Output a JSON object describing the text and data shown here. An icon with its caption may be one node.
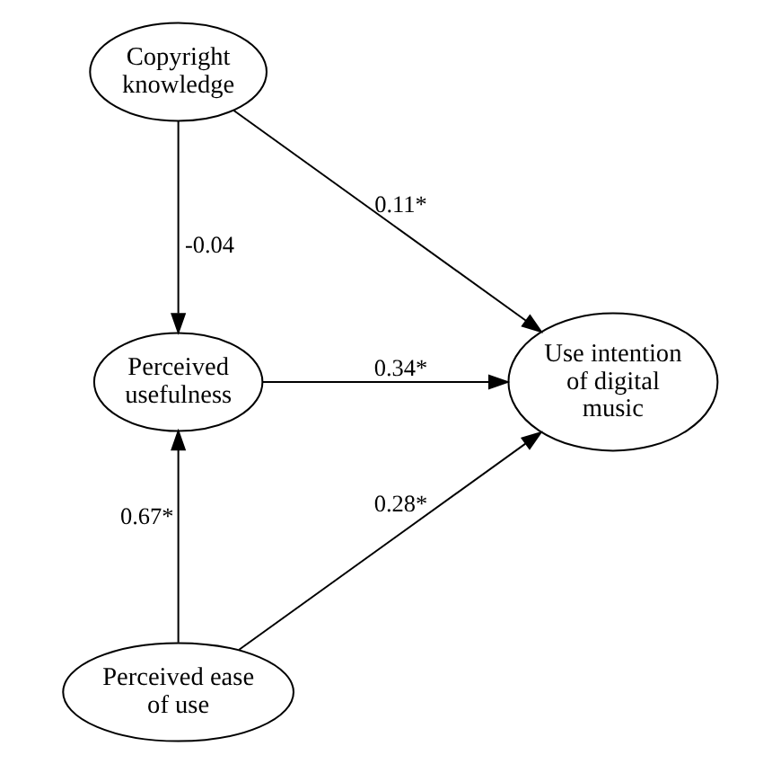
{
  "diagram": {
    "nodes": [
      {
        "text": [
          "Copyright knowledge"
        ]
      },
      {
        "text": [
          "Perceived usefulness"
        ]
      },
      {
        "text": [
          "Use intention of digital music"
        ]
      },
      {
        "text": [
          "Perceived ease of use"
        ]
      }
    ],
    "edges": [
      {
        "from": 0,
        "to": 1,
        "arrow": "to",
        "label": "-0.04"
      },
      {
        "from": 0,
        "to": 2,
        "arrow": "to",
        "label": "0.11*"
      },
      {
        "from": 1,
        "to": 2,
        "arrow": "to",
        "label": "0.34*"
      },
      {
        "from": 3,
        "to": 1,
        "arrow": "to",
        "label": "0.67*"
      },
      {
        "from": 3,
        "to": 2,
        "arrow": "to",
        "label": "0.28*"
      }
    ]
  }
}
